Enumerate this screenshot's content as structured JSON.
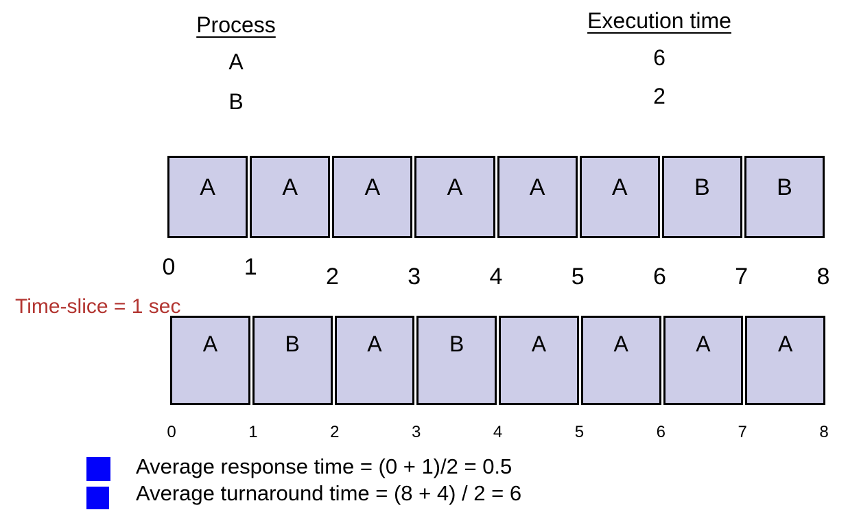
{
  "colors": {
    "cell_fill": "#cdcde8",
    "cell_border": "#000000",
    "note_red": "#b23430",
    "bullet_blue": "#0202fa"
  },
  "process_table": {
    "process_header": "Process",
    "execution_header": "Execution time",
    "rows": [
      {
        "process": "A",
        "execution_time": "6"
      },
      {
        "process": "B",
        "execution_time": "2"
      }
    ]
  },
  "fcfs_chart": {
    "cells": [
      "A",
      "A",
      "A",
      "A",
      "A",
      "A",
      "B",
      "B"
    ],
    "ticks": [
      "0",
      "1",
      "2",
      "3",
      "4",
      "5",
      "6",
      "7",
      "8"
    ]
  },
  "time_slice_note": "Time-slice = 1 sec",
  "rr_chart": {
    "cells": [
      "A",
      "B",
      "A",
      "B",
      "A",
      "A",
      "A",
      "A"
    ],
    "ticks": [
      "0",
      "1",
      "2",
      "3",
      "4",
      "5",
      "6",
      "7",
      "8"
    ]
  },
  "bullets": [
    {
      "text": "Average response time = (0 + 1)/2 = 0.5"
    },
    {
      "text": "Average turnaround time = (8 + 4) / 2 = 6"
    }
  ]
}
